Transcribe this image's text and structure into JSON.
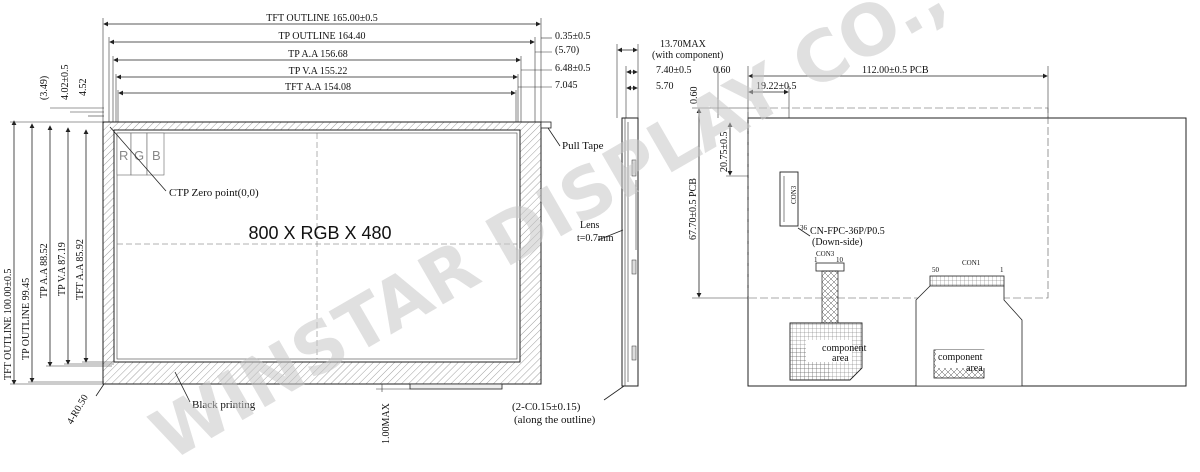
{
  "front": {
    "tft_outline_w": "TFT OUTLINE 165.00±0.5",
    "tp_outline_w": "TP OUTLINE 164.40",
    "tp_aa_w": "TP A.A 156.68",
    "tp_va_w": "TP V.A 155.22",
    "tft_aa_w": "TFT A.A 154.08",
    "right_035": "0.35±0.5",
    "right_570": "(5.70)",
    "right_648": "6.48±0.5",
    "right_7045": "7.045",
    "top_349": "(3.49)",
    "top_402": "4.02±0.5",
    "top_452": "4.52",
    "tft_outline_h": "TFT OUTLINE 100.00±0.5",
    "tp_outline_h": "TP OUTLINE 99.45",
    "tp_aa_h": "TP A.A 88.52",
    "tp_va_h": "TP V.A 87.19",
    "tft_aa_h": "TFT A.A 85.92",
    "rgb_r": "R",
    "rgb_g": "G",
    "rgb_b": "B",
    "ctp_zero": "CTP Zero point(0,0)",
    "resolution": "800 X RGB X 480",
    "pull_tape": "Pull Tape",
    "black_printing": "Black printing",
    "radius": "4-R0.50",
    "max_100": "1.00MAX"
  },
  "side": {
    "max_1370": "13.70MAX",
    "with_component": "(with component)",
    "dim_740": "7.40±0.5",
    "dim_570": "5.70",
    "lens": "Lens",
    "lens_t": "t=0.7mm",
    "chamfer": "(2-C0.15±0.15)",
    "along_outline": "(along the outline)"
  },
  "back": {
    "dim_060_top": "0.60",
    "pcb_w": "112.00±0.5 PCB",
    "dim_060_left": "0.60",
    "dim_1922": "19.22±0.5",
    "dim_2075": "20.75±0.5",
    "pcb_h": "67.70±0.5 PCB",
    "con3_vert": "CON3",
    "pin_36": "36",
    "fpc_conn": "CN-FPC-36P/P0.5",
    "down_side": "(Down-side)",
    "con3": "CON3",
    "pin_1": "1",
    "pin_10": "10",
    "con1": "CON1",
    "pin_50": "50",
    "pin_1b": "1",
    "component": "component",
    "area": "area",
    "component2": "component",
    "area2": "area"
  },
  "watermark": "WINSTAR DISPLAY CO., LTD."
}
